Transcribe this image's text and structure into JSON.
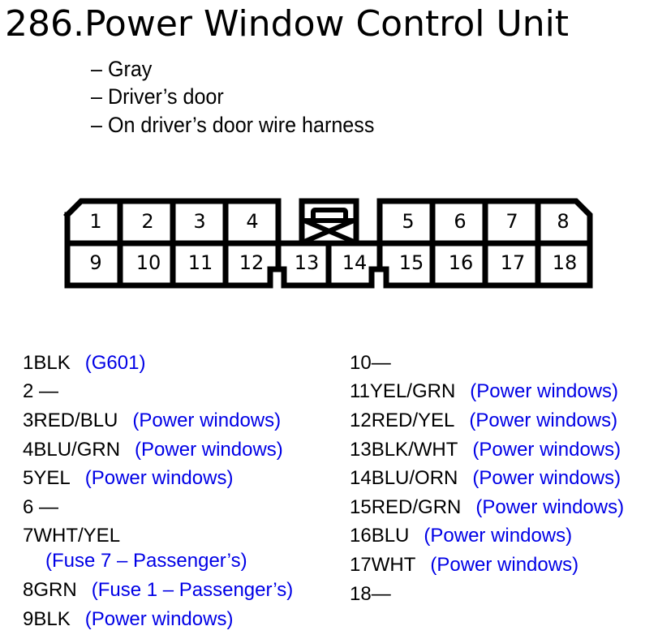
{
  "title": "286.Power Window Control Unit",
  "details": [
    "– Gray",
    "– Driver’s door",
    "– On driver’s door wire harness"
  ],
  "connector": {
    "top_row_pins": [
      "1",
      "2",
      "3",
      "4",
      "5",
      "6",
      "7",
      "8"
    ],
    "bottom_row_pins": [
      "9",
      "10",
      "11",
      "12",
      "13",
      "14",
      "15",
      "16",
      "17",
      "18"
    ],
    "latch_icon": "latch-x-icon"
  },
  "colors": {
    "text": "#000000",
    "note": "#0000e6",
    "outline": "#000000"
  },
  "pinout_left": [
    {
      "pin": "1",
      "wire": "BLK",
      "note": "(G601)"
    },
    {
      "pin": "2",
      "wire": " —",
      "note": ""
    },
    {
      "pin": "3",
      "wire": "RED/BLU",
      "note": "(Power windows)"
    },
    {
      "pin": "4",
      "wire": "BLU/GRN",
      "note": "(Power windows)"
    },
    {
      "pin": "5",
      "wire": "YEL",
      "note": "(Power windows)"
    },
    {
      "pin": "6",
      "wire": " —",
      "note": ""
    },
    {
      "pin": "7",
      "wire": "WHT/YEL",
      "note": "(Fuse 7 – Passenger’s)"
    },
    {
      "pin": "8",
      "wire": "GRN",
      "note": "(Fuse 1 – Passenger’s)"
    },
    {
      "pin": "9",
      "wire": "BLK",
      "note": "(Power windows)"
    }
  ],
  "pinout_right": [
    {
      "pin": "10",
      "wire": "—",
      "note": ""
    },
    {
      "pin": "11",
      "wire": "YEL/GRN",
      "note": "(Power windows)"
    },
    {
      "pin": "12",
      "wire": "RED/YEL",
      "note": "(Power windows)"
    },
    {
      "pin": "13",
      "wire": "BLK/WHT",
      "note": "(Power windows)"
    },
    {
      "pin": "14",
      "wire": "BLU/ORN",
      "note": "(Power windows)"
    },
    {
      "pin": "15",
      "wire": "RED/GRN",
      "note": "(Power windows)"
    },
    {
      "pin": "16",
      "wire": "BLU",
      "note": "(Power windows)"
    },
    {
      "pin": "17",
      "wire": "WHT",
      "note": "(Power windows)"
    },
    {
      "pin": "18",
      "wire": "—",
      "note": ""
    }
  ]
}
